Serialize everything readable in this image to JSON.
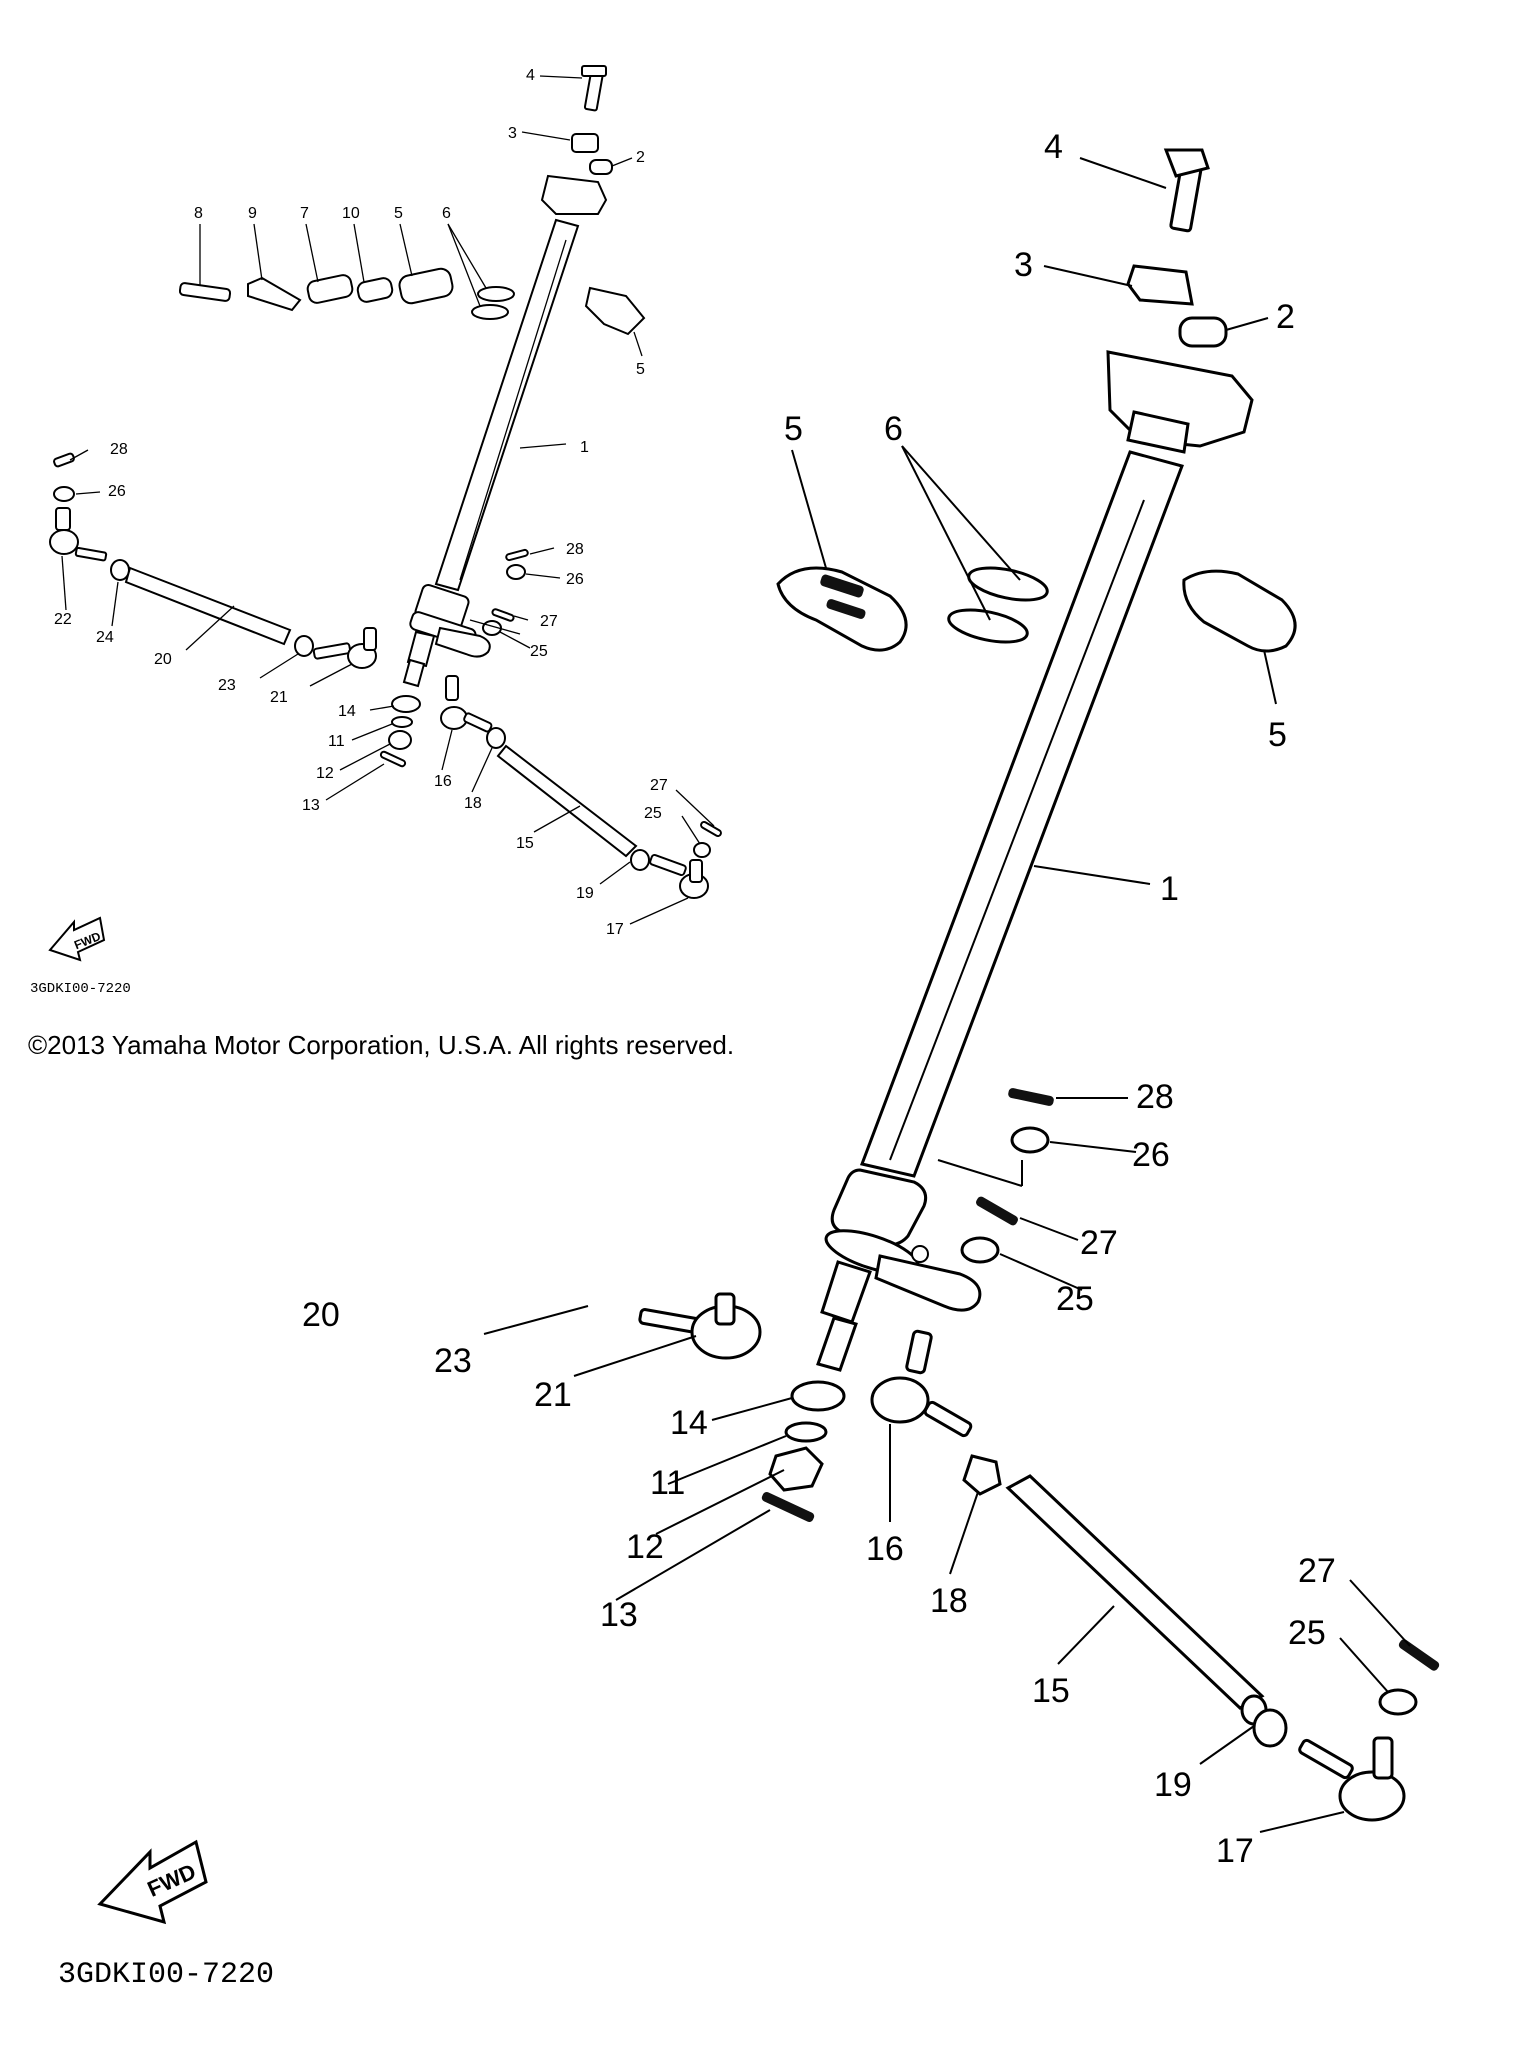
{
  "copyright": "©2013 Yamaha Motor Corporation, U.S.A. All rights reserved.",
  "small_diagram": {
    "code": "3GDKI00-7220",
    "fwd_label": "FWD",
    "labels": {
      "p1": "1",
      "p2": "2",
      "p3": "3",
      "p4": "4",
      "p5a": "5",
      "p5b": "5",
      "p6": "6",
      "p7": "7",
      "p8": "8",
      "p9": "9",
      "p10": "10",
      "p11": "11",
      "p12": "12",
      "p13": "13",
      "p14": "14",
      "p15": "15",
      "p16": "16",
      "p17": "17",
      "p18": "18",
      "p19": "19",
      "p20": "20",
      "p21": "21",
      "p22": "22",
      "p23": "23",
      "p24": "24",
      "p25a": "25",
      "p25b": "25",
      "p26a": "26",
      "p26b": "26",
      "p27a": "27",
      "p27b": "27",
      "p28a": "28",
      "p28b": "28"
    }
  },
  "large_diagram": {
    "code": "3GDKI00-7220",
    "fwd_label": "FWD",
    "labels": {
      "p1": "1",
      "p2": "2",
      "p3": "3",
      "p4": "4",
      "p5a": "5",
      "p5b": "5",
      "p6": "6",
      "p11": "11",
      "p12": "12",
      "p13": "13",
      "p14": "14",
      "p15": "15",
      "p16": "16",
      "p17": "17",
      "p18": "18",
      "p19": "19",
      "p20": "20",
      "p21": "21",
      "p23": "23",
      "p25a": "25",
      "p25b": "25",
      "p26": "26",
      "p27a": "27",
      "p27b": "27",
      "p28": "28"
    }
  }
}
